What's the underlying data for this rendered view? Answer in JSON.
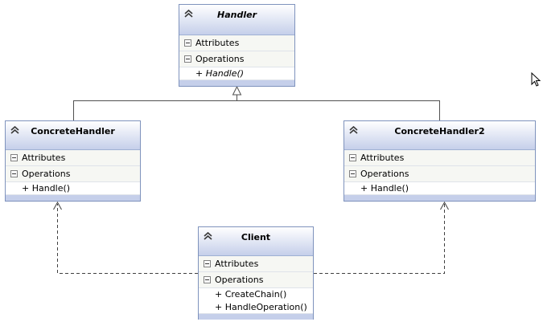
{
  "classes": {
    "handler": {
      "name": "Handler",
      "attributes_label": "Attributes",
      "operations_label": "Operations",
      "operations": [
        "+ Handle()"
      ]
    },
    "concrete_handler": {
      "name": "ConcreteHandler",
      "attributes_label": "Attributes",
      "operations_label": "Operations",
      "operations": [
        "+ Handle()"
      ]
    },
    "concrete_handler2": {
      "name": "ConcreteHandler2",
      "attributes_label": "Attributes",
      "operations_label": "Operations",
      "operations": [
        "+ Handle()"
      ]
    },
    "client": {
      "name": "Client",
      "attributes_label": "Attributes",
      "operations_label": "Operations",
      "operations": [
        "+ CreateChain()",
        "+ HandleOperation()"
      ]
    }
  },
  "relations": [
    {
      "type": "inheritance",
      "from": "ConcreteHandler",
      "to": "Handler"
    },
    {
      "type": "inheritance",
      "from": "ConcreteHandler2",
      "to": "Handler"
    },
    {
      "type": "dependency",
      "from": "Client",
      "to": "ConcreteHandler"
    },
    {
      "type": "dependency",
      "from": "Client",
      "to": "ConcreteHandler2"
    }
  ],
  "colors": {
    "border": "#7f93bd",
    "header_gradient_end": "#c5cfea",
    "connector": "#404040"
  }
}
